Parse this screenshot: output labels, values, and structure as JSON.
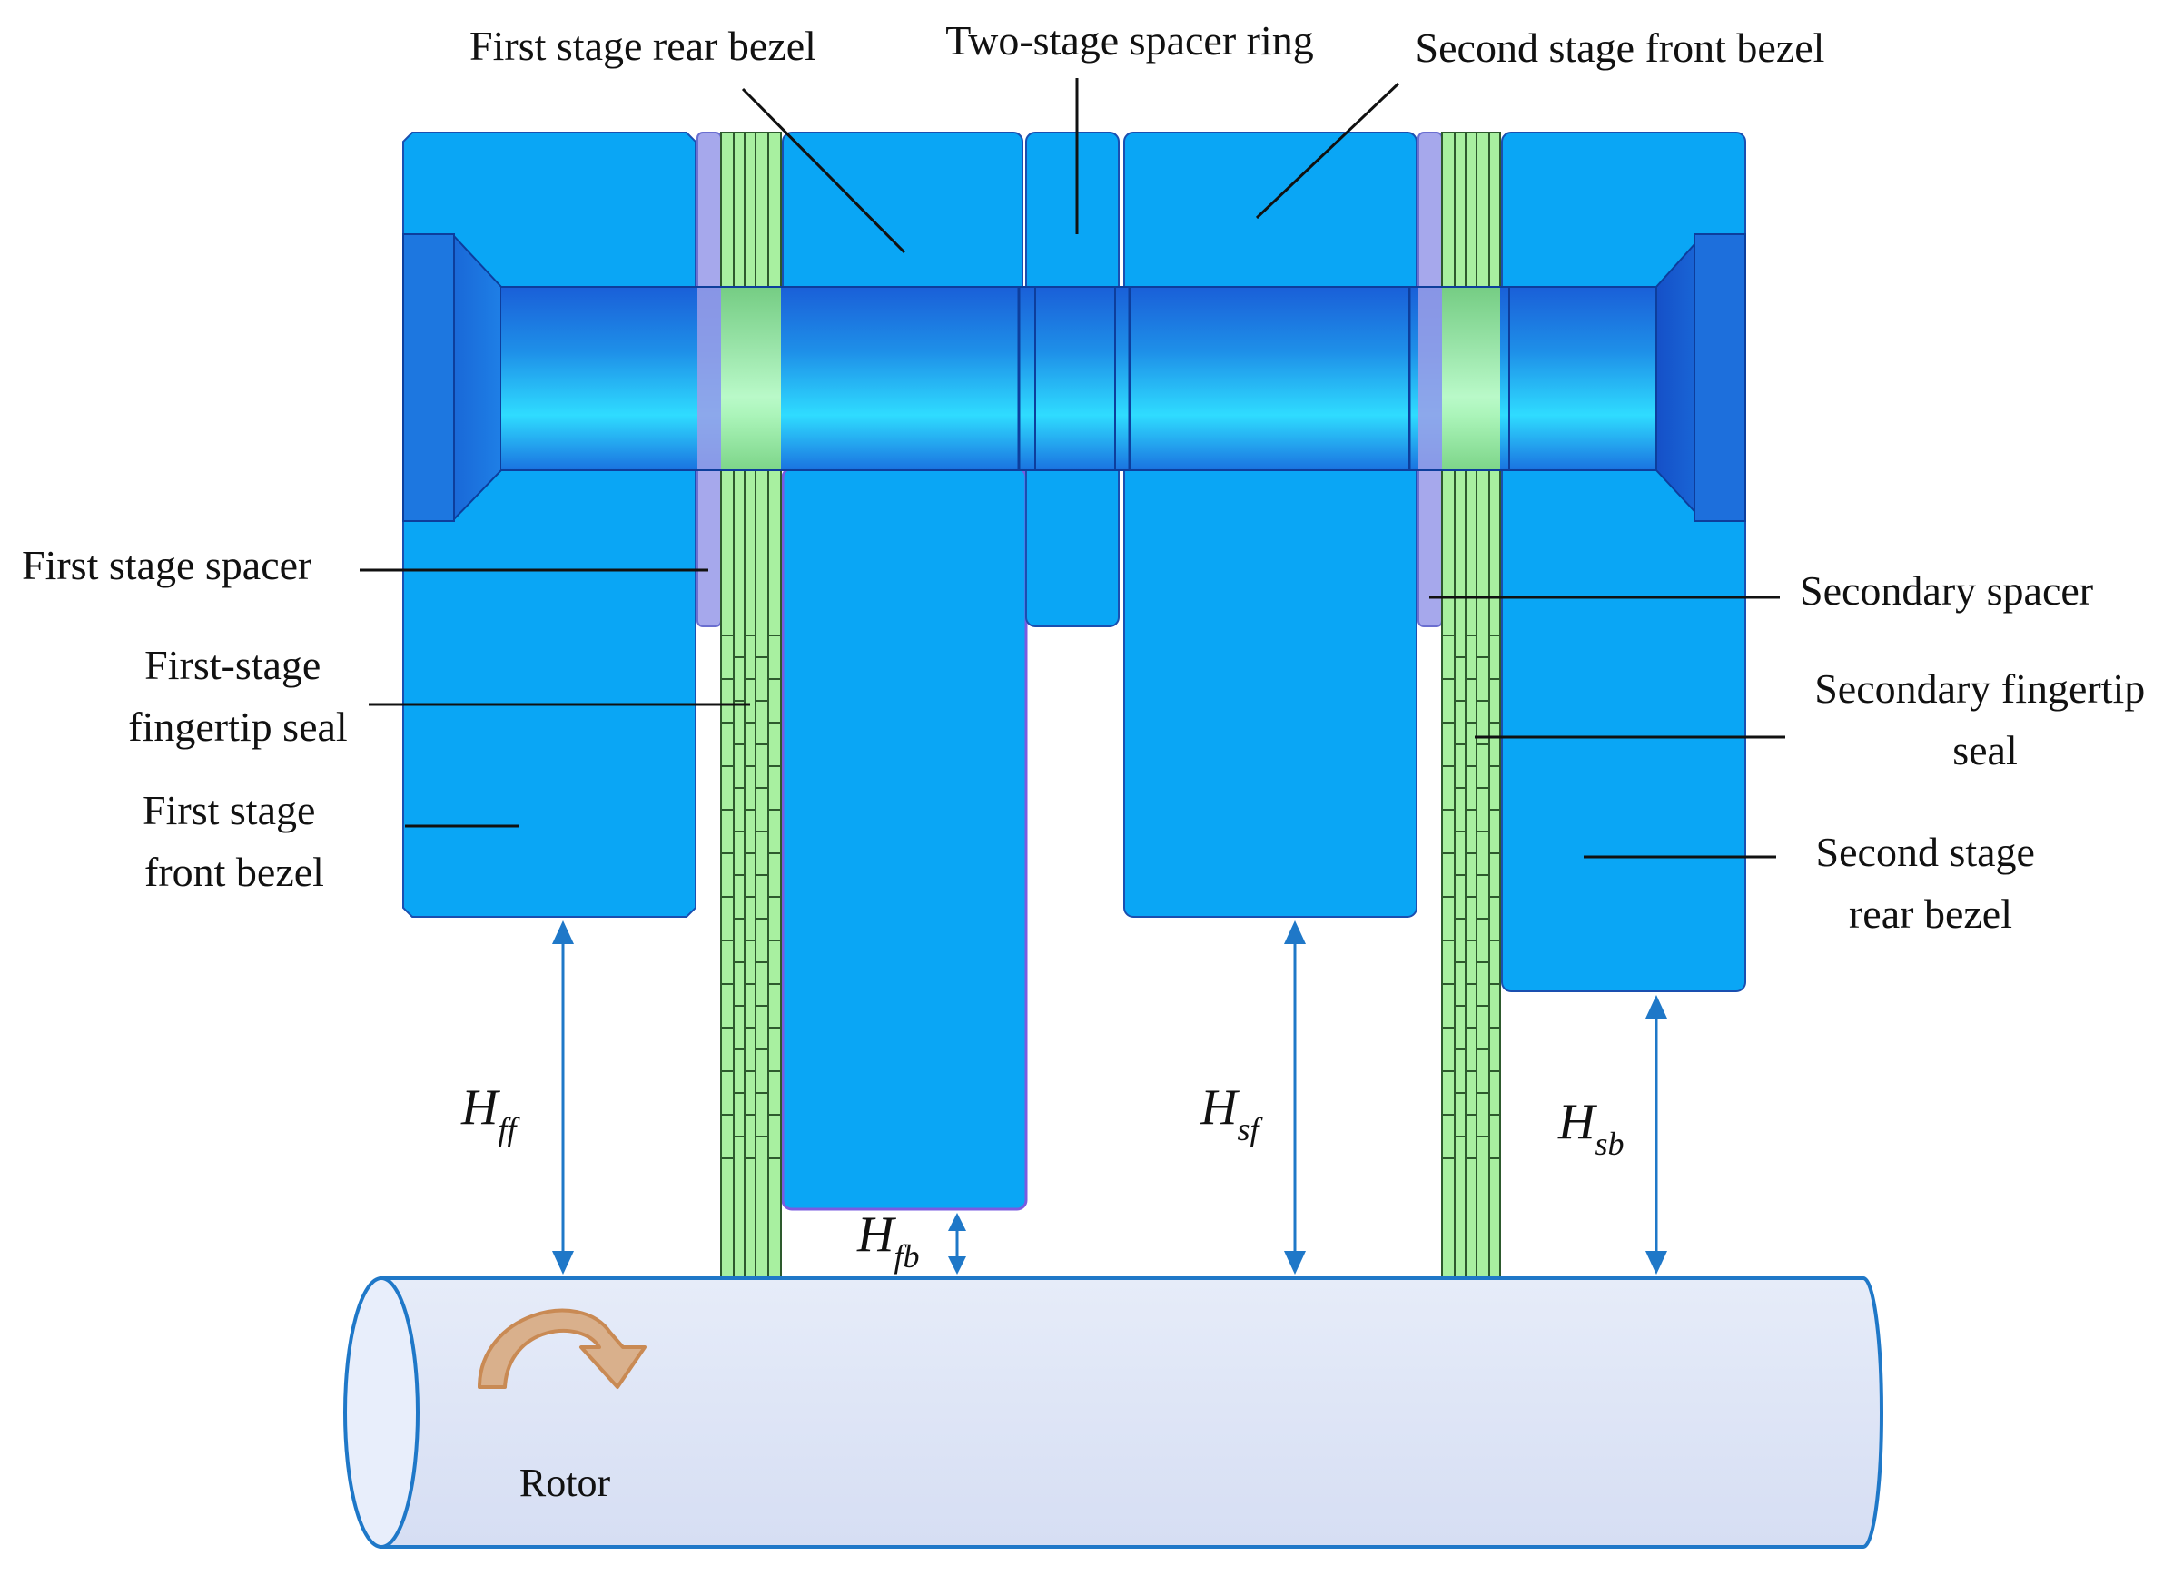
{
  "labels": {
    "first_rear_bezel": "First stage rear bezel",
    "two_stage_spacer_ring": "Two-stage spacer ring",
    "second_front_bezel": "Second stage front bezel",
    "first_stage_spacer": "First stage spacer",
    "first_fingertip_seal": [
      "First-stage",
      "fingertip seal"
    ],
    "first_front_bezel": [
      "First stage",
      "front bezel"
    ],
    "secondary_spacer": "Secondary spacer",
    "secondary_fingertip_seal": [
      "Secondary fingertip",
      "seal"
    ],
    "second_rear_bezel": [
      "Second stage",
      "rear bezel"
    ],
    "rotor": "Rotor"
  },
  "dimensions": {
    "Hff": {
      "main": "H",
      "sub": "ff"
    },
    "Hfb": {
      "main": "H",
      "sub": "fb"
    },
    "Hsf": {
      "main": "H",
      "sub": "sf"
    },
    "Hsb": {
      "main": "H",
      "sub": "sb"
    }
  },
  "colors": {
    "bezel": "#0aa6f5",
    "bore_light": "#2fdcff",
    "bore_dark": "#1a5fd8",
    "spacer": "#a6a8ec",
    "seal": "#a8f0a0",
    "rotor": "#dce4f5",
    "rotor_edge": "#1f78c8",
    "arrow": "#1f78c8",
    "rotation_arrow": "#c98a54"
  },
  "icons": {
    "rotation": "rotation-arrow-icon"
  }
}
